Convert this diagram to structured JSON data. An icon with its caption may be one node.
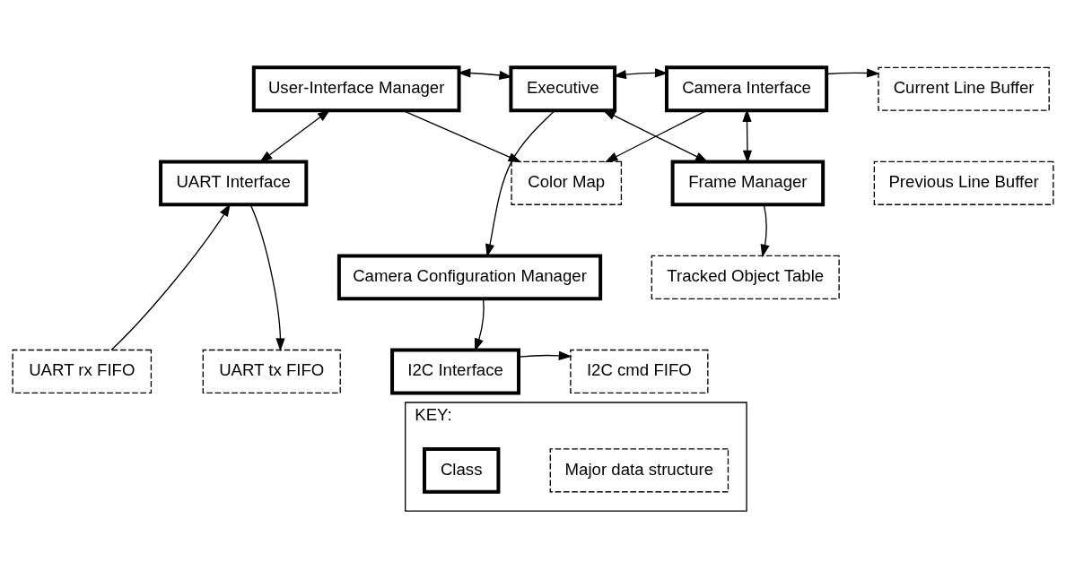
{
  "diagram": {
    "nodes": [
      {
        "text": [
          "User-Interface Manager"
        ]
      },
      {
        "text": [
          "Color Map"
        ]
      },
      {
        "text": [
          "Executive"
        ]
      },
      {
        "text": [
          "Camera Interface"
        ]
      },
      {
        "text": [
          "Current Line Buffer"
        ]
      },
      {
        "text": [
          "Previous Line Buffer"
        ]
      },
      {
        "text": [
          "UART Interface"
        ]
      },
      {
        "text": [
          "Frame Manager"
        ]
      },
      {
        "text": [
          "Camera Configuration Manager"
        ]
      },
      {
        "text": [
          "UART rx FIFO"
        ]
      },
      {
        "text": [
          "UART tx FIFO"
        ]
      },
      {
        "text": [
          "I2C Interface"
        ]
      },
      {
        "text": [
          "I2C cmd FIFO"
        ]
      },
      {
        "text": [
          "Tracked Object Table"
        ]
      },
      {
        "text": [
          "KEY:"
        ]
      },
      {
        "text": [
          "Class"
        ],
        "in": 14
      },
      {
        "text": [
          "Major data structure"
        ],
        "in": 14
      }
    ],
    "edges": [
      {
        "from": 0,
        "to": 1,
        "arrow": "to"
      },
      {
        "from": 3,
        "to": 1,
        "arrow": "to"
      },
      {
        "from": 0,
        "to": 2,
        "arrow": "both"
      },
      {
        "from": 2,
        "to": 3,
        "arrow": "both"
      },
      {
        "from": 3,
        "to": 4,
        "arrow": "to"
      },
      {
        "from": 0,
        "to": 6,
        "arrow": "both"
      },
      {
        "from": 3,
        "to": 7,
        "arrow": "both"
      },
      {
        "from": 2,
        "to": 7,
        "arrow": "both"
      },
      {
        "from": 2,
        "to": 8,
        "arrow": "to"
      },
      {
        "from": 9,
        "to": 6,
        "arrow": "to"
      },
      {
        "from": 6,
        "to": 10,
        "arrow": "to"
      },
      {
        "from": 8,
        "to": 11,
        "arrow": "to"
      },
      {
        "from": 11,
        "to": 12,
        "arrow": "to"
      },
      {
        "from": 7,
        "to": 13,
        "arrow": "to"
      }
    ]
  }
}
